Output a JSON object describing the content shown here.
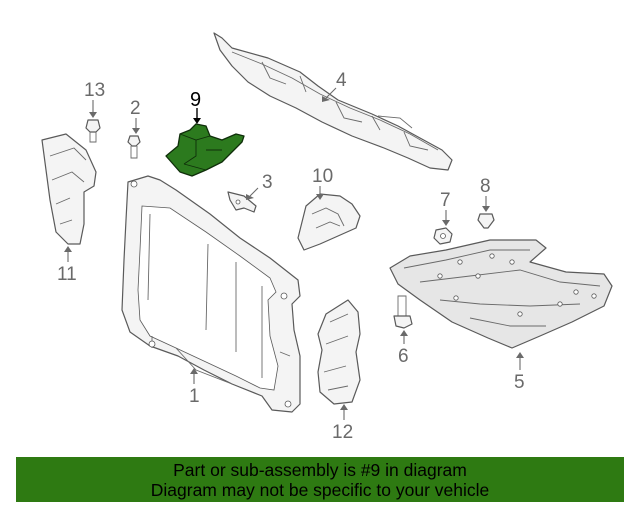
{
  "diagram": {
    "highlighted_part": "9",
    "callouts": {
      "c1": "1",
      "c2": "2",
      "c3": "3",
      "c4": "4",
      "c5": "5",
      "c6": "6",
      "c7": "7",
      "c8": "8",
      "c9": "9",
      "c10": "10",
      "c11": "11",
      "c12": "12",
      "c13": "13"
    }
  },
  "banner": {
    "line1": "Part or sub-assembly is #9 in diagram",
    "line2": "Diagram may not be specific to your vehicle"
  },
  "colors": {
    "highlight": "#2c7a1e",
    "banner": "#2e7a12"
  }
}
